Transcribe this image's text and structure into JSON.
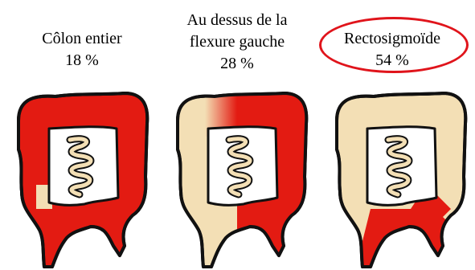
{
  "panels": [
    {
      "lines": [
        "Côlon entier",
        "18 %"
      ],
      "colon_color": "#e31b12",
      "pattern": "full"
    },
    {
      "lines": [
        "Au dessus de la",
        "flexure gauche",
        "28 %"
      ],
      "colon_color": "#f3dfb5",
      "pattern": "left-flexure"
    },
    {
      "lines": [
        "Rectosigmoïde",
        "54 %"
      ],
      "colon_color": "#f3dfb5",
      "pattern": "rectosigmoid"
    }
  ],
  "colors": {
    "inflamed": "#e31b12",
    "healthy": "#f3dfb5",
    "outline": "#111111",
    "highlight": "#e0141b"
  },
  "highlighted_panel": "Rectosigmoïde"
}
